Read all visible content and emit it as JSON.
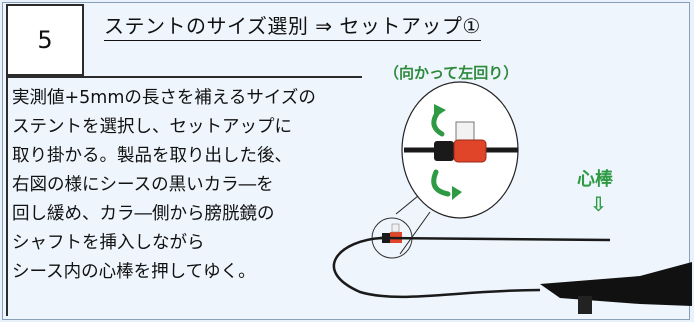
{
  "step": {
    "number": "5"
  },
  "header": {
    "title": "ステントのサイズ選別 ⇒ セットアップ①"
  },
  "instructions": {
    "lines": [
      "実測値+5mmの長さを補えるサイズの",
      "ステントを選択し、セットアップに",
      "取り掛かる。製品を取り出した後、",
      "右図の様にシースの黒いカラ―を",
      "回し緩め、カラ―側から膀胱鏡の",
      "シャフトを挿入しながら",
      "シース内の心棒を押してゆく。"
    ]
  },
  "figure": {
    "caption": "（向かって左回り）",
    "core_label": "心棒",
    "down_arrow": "⇩",
    "colors": {
      "accent_green": "#2e9a44",
      "collar_red": "#e0452a",
      "sheath_black": "#1a1a1a"
    },
    "icons": [
      "rotate-arrow-top-icon",
      "rotate-arrow-bottom-icon",
      "down-arrow-icon"
    ]
  }
}
